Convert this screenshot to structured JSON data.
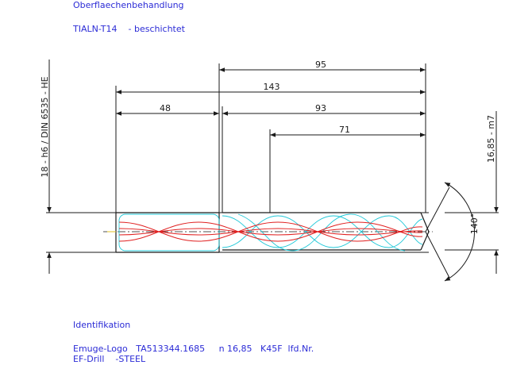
{
  "notes": {
    "surface_heading": "Oberflaechenbehandlung",
    "coating": "TIALN-T14    - beschichtet",
    "id_heading": "Identifikation",
    "id_line1": "Emuge-Logo   TA513344.1685     n 16,85   K45F  lfd.Nr.",
    "id_line2": "EF-Drill    -STEEL"
  },
  "dimensions": {
    "d95": "95",
    "d143": "143",
    "d48": "48",
    "d93": "93",
    "d71": "71",
    "shank_tol": "18 - h6 / DIN 6535 - HE",
    "dia_tol": "16,85 - m7",
    "point_angle": "140°"
  },
  "colors": {
    "outline": "#1a1a1a",
    "flute_red": "#e02020",
    "flute_cyan": "#20c8d8",
    "note_blue": "#2b2bd6"
  }
}
